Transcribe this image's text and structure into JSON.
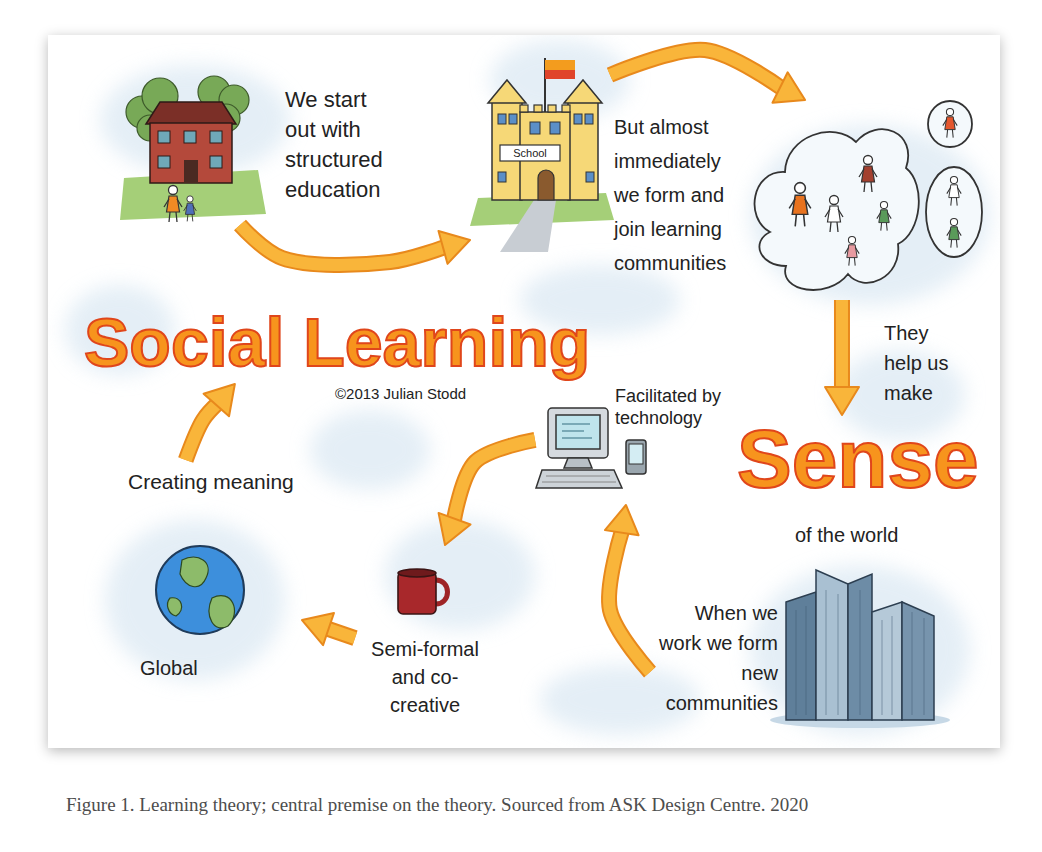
{
  "diagram": {
    "caption": "Figure 1. Learning theory; central premise on the theory. Sourced from ASK Design Centre. 2020",
    "nodes": [
      {
        "text": [
          "We start out with structured education"
        ]
      },
      {
        "text": [
          "School"
        ]
      },
      {
        "text": [
          "But almost immediately we form and join learning communities"
        ]
      },
      {
        "text": [
          "Sense",
          "of the world"
        ]
      },
      {
        "text": [
          "When we work we form new communities"
        ]
      },
      {
        "text": [
          "Facilitated by technology"
        ]
      },
      {
        "text": [
          "Semi-formal and co-creative"
        ]
      },
      {
        "text": [
          "Creating meaning",
          "Global"
        ]
      },
      {
        "text": [
          "Social Learning"
        ]
      }
    ],
    "edges": [
      {
        "from": 0,
        "to": 1,
        "arrow": "to"
      },
      {
        "from": 1,
        "to": 2,
        "arrow": "to"
      },
      {
        "from": 2,
        "to": 3,
        "label": "They help us make",
        "arrow": "to"
      },
      {
        "from": 4,
        "to": 5,
        "arrow": "to"
      },
      {
        "from": 5,
        "to": 6,
        "arrow": "to"
      },
      {
        "from": 6,
        "to": 7,
        "arrow": "to"
      },
      {
        "from": 7,
        "to": 8,
        "arrow": "to"
      }
    ],
    "labels": [
      "©2013 Julian Stodd"
    ]
  }
}
